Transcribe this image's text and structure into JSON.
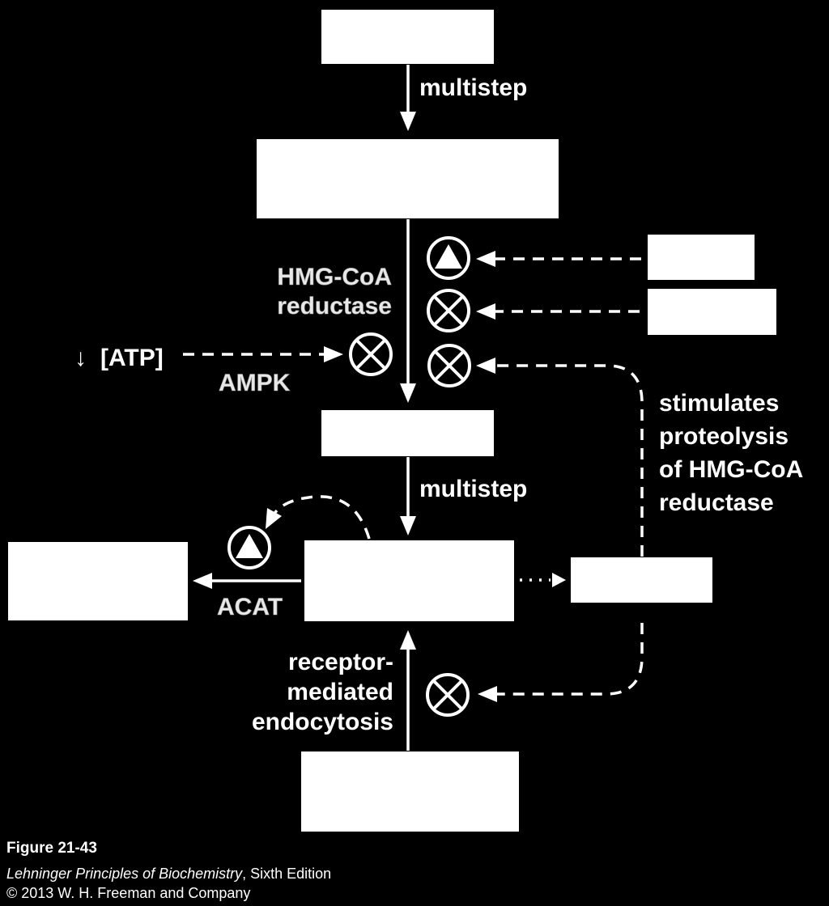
{
  "labels": {
    "multistep_top": "multistep",
    "hmg_line1": "HMG-CoA",
    "hmg_line2": "reductase",
    "atp_arrow": "↓",
    "atp": "[ATP]",
    "ampk": "AMPK",
    "stimulates_line1": "stimulates",
    "stimulates_line2": "proteolysis",
    "stimulates_line3": "of HMG-CoA",
    "stimulates_line4": "reductase",
    "multistep_bottom": "multistep",
    "acat": "ACAT",
    "receptor_line1": "receptor-",
    "receptor_line2": "mediated",
    "receptor_line3": "endocytosis"
  },
  "caption": {
    "figure": "Figure 21-43",
    "book_title": "Lehninger Principles of Biochemistry",
    "book_edition": ", Sixth Edition",
    "copyright": "© 2013 W. H. Freeman and Company"
  },
  "regulation_symbols": {
    "stimulate": "circle-triangle",
    "inhibit": "circle-x"
  },
  "colors": {
    "background": "#000000",
    "foreground": "#ffffff"
  }
}
